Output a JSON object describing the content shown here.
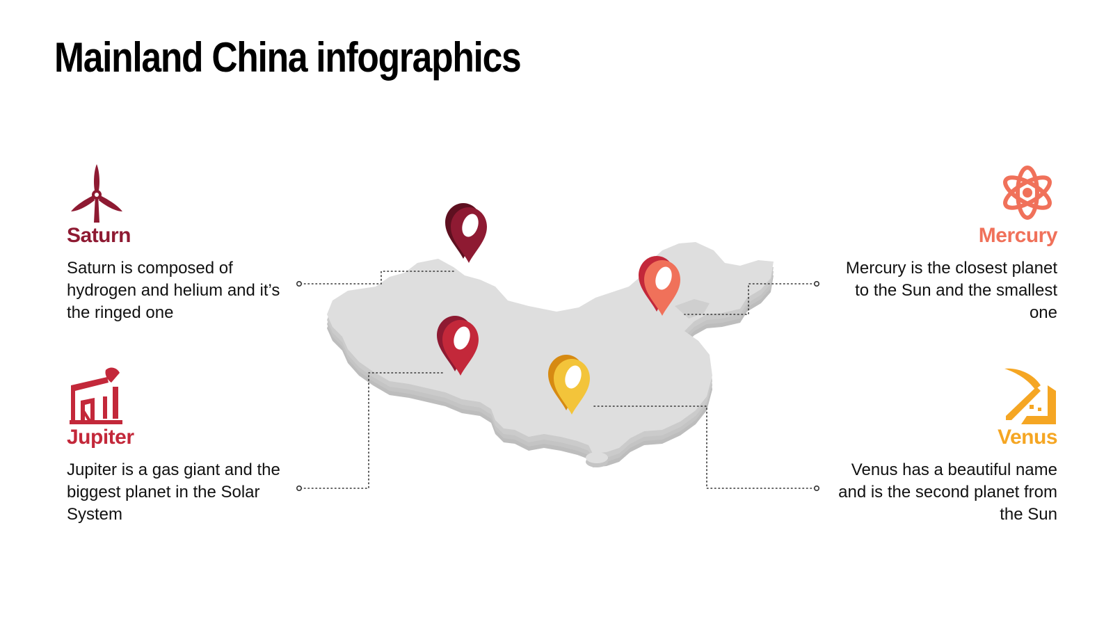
{
  "title": "Mainland China infographics",
  "colors": {
    "saturn": "#8e1a32",
    "jupiter": "#c3283a",
    "mercury": "#f0715a",
    "venus": "#f5a623",
    "map_top": "#dcdcdc",
    "map_side": "#bcbcbc",
    "connector": "#333333"
  },
  "items": [
    {
      "key": "saturn",
      "name": "Saturn",
      "description": "Saturn is composed of hydrogen and helium and it’s the ringed one",
      "icon": "wind-turbine-icon"
    },
    {
      "key": "jupiter",
      "name": "Jupiter",
      "description": "Jupiter is a gas giant and the biggest planet in the Solar System",
      "icon": "oil-pump-icon"
    },
    {
      "key": "mercury",
      "name": "Mercury",
      "description": "Mercury is the closest planet to the Sun and the smallest one",
      "icon": "atom-icon"
    },
    {
      "key": "venus",
      "name": "Venus",
      "description": "Venus has a beautiful name and is the second planet from the Sun",
      "icon": "pickaxe-icon"
    }
  ]
}
